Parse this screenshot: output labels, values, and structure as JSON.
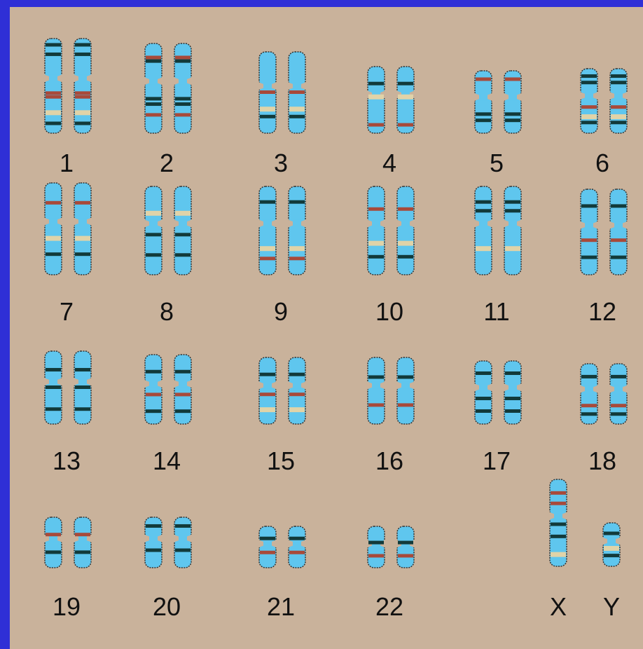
{
  "colors": {
    "frame": "#2f2fd6",
    "background": "#c9b29b",
    "chromosome": "#5fc6ee",
    "band_red": "#a84a3a",
    "band_dark": "#123a3a",
    "band_pale": "#e0d3a8",
    "outline": "#333333"
  },
  "karyotype": {
    "pairs": [
      {
        "label": "1",
        "size": 1.0,
        "bands": [
          [
            0.07,
            "d"
          ],
          [
            0.17,
            "d"
          ],
          [
            0.58,
            "r"
          ],
          [
            0.62,
            "r"
          ],
          [
            0.78,
            "p"
          ],
          [
            0.9,
            "d"
          ]
        ]
      },
      {
        "label": "2",
        "size": 0.95,
        "bands": [
          [
            0.16,
            "r"
          ],
          [
            0.2,
            "d"
          ],
          [
            0.62,
            "d"
          ],
          [
            0.68,
            "d"
          ],
          [
            0.8,
            "r"
          ]
        ]
      },
      {
        "label": "3",
        "size": 0.86,
        "bands": [
          [
            0.5,
            "r"
          ],
          [
            0.7,
            "p"
          ],
          [
            0.8,
            "d"
          ]
        ]
      },
      {
        "label": "4",
        "size": 0.7,
        "bands": [
          [
            0.26,
            "d"
          ],
          [
            0.45,
            "p"
          ],
          [
            0.88,
            "r"
          ]
        ]
      },
      {
        "label": "5",
        "size": 0.66,
        "bands": [
          [
            0.14,
            "r"
          ],
          [
            0.7,
            "d"
          ],
          [
            0.8,
            "d"
          ]
        ]
      },
      {
        "label": "6",
        "size": 0.68,
        "bands": [
          [
            0.12,
            "d"
          ],
          [
            0.22,
            "d"
          ],
          [
            0.6,
            "r"
          ],
          [
            0.74,
            "p"
          ],
          [
            0.84,
            "d"
          ]
        ]
      },
      {
        "label": "7",
        "size": 0.58,
        "bands": [
          [
            0.22,
            "r"
          ],
          [
            0.6,
            "p"
          ],
          [
            0.78,
            "d"
          ]
        ]
      },
      {
        "label": "8",
        "size": 0.56,
        "bands": [
          [
            0.3,
            "p"
          ],
          [
            0.55,
            "d"
          ],
          [
            0.78,
            "d"
          ]
        ]
      },
      {
        "label": "9",
        "size": 0.56,
        "bands": [
          [
            0.18,
            "d"
          ],
          [
            0.7,
            "p"
          ],
          [
            0.82,
            "r"
          ]
        ]
      },
      {
        "label": "10",
        "size": 0.56,
        "bands": [
          [
            0.26,
            "r"
          ],
          [
            0.64,
            "p"
          ],
          [
            0.8,
            "d"
          ]
        ]
      },
      {
        "label": "11",
        "size": 0.56,
        "bands": [
          [
            0.18,
            "d"
          ],
          [
            0.28,
            "d"
          ],
          [
            0.7,
            "p"
          ]
        ]
      },
      {
        "label": "12",
        "size": 0.54,
        "bands": [
          [
            0.2,
            "d"
          ],
          [
            0.6,
            "r"
          ],
          [
            0.8,
            "d"
          ]
        ]
      },
      {
        "label": "13",
        "size": 0.46,
        "bands": [
          [
            0.26,
            "d"
          ],
          [
            0.5,
            "d"
          ],
          [
            0.8,
            "d"
          ]
        ]
      },
      {
        "label": "14",
        "size": 0.44,
        "bands": [
          [
            0.25,
            "d"
          ],
          [
            0.58,
            "r"
          ],
          [
            0.82,
            "d"
          ]
        ]
      },
      {
        "label": "15",
        "size": 0.42,
        "bands": [
          [
            0.26,
            "d"
          ],
          [
            0.56,
            "r"
          ],
          [
            0.78,
            "p"
          ]
        ]
      },
      {
        "label": "16",
        "size": 0.42,
        "bands": [
          [
            0.3,
            "d"
          ],
          [
            0.72,
            "r"
          ]
        ]
      },
      {
        "label": "17",
        "size": 0.4,
        "bands": [
          [
            0.2,
            "d"
          ],
          [
            0.6,
            "d"
          ],
          [
            0.8,
            "d"
          ]
        ]
      },
      {
        "label": "18",
        "size": 0.38,
        "bands": [
          [
            0.22,
            "d"
          ],
          [
            0.7,
            "r"
          ],
          [
            0.84,
            "d"
          ]
        ]
      },
      {
        "label": "19",
        "size": 0.32,
        "bands": [
          [
            0.35,
            "r"
          ],
          [
            0.7,
            "d"
          ]
        ]
      },
      {
        "label": "20",
        "size": 0.32,
        "bands": [
          [
            0.18,
            "d"
          ],
          [
            0.66,
            "d"
          ]
        ]
      },
      {
        "label": "21",
        "size": 0.26,
        "bands": [
          [
            0.3,
            "d"
          ],
          [
            0.64,
            "r"
          ]
        ]
      },
      {
        "label": "22",
        "size": 0.26,
        "bands": [
          [
            0.4,
            "d"
          ],
          [
            0.72,
            "r"
          ]
        ]
      }
    ],
    "sex": [
      {
        "label": "X",
        "size": 0.6,
        "bands": [
          [
            0.16,
            "r"
          ],
          [
            0.28,
            "r"
          ],
          [
            0.52,
            "d"
          ],
          [
            0.66,
            "d"
          ],
          [
            0.86,
            "p"
          ]
        ]
      },
      {
        "label": "Y",
        "size": 0.3,
        "bands": [
          [
            0.25,
            "d"
          ],
          [
            0.58,
            "p"
          ],
          [
            0.76,
            "d"
          ]
        ]
      }
    ]
  }
}
